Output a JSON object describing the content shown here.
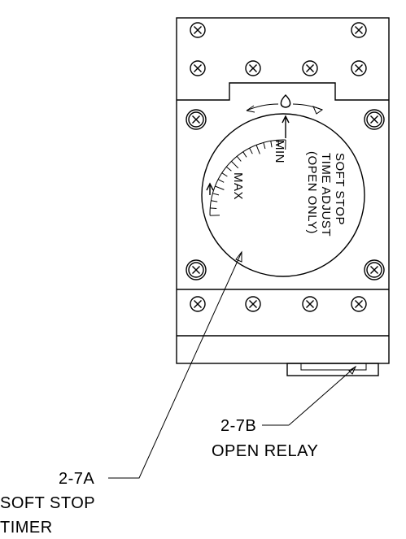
{
  "dial": {
    "line1": "SOFT STOP",
    "line2": "TIME ADJUST",
    "line3": "(OPEN ONLY)",
    "min_label": "MIN",
    "max_label": "MAX"
  },
  "callouts": {
    "relay_ref": "2-7B",
    "relay_name": "OPEN RELAY",
    "timer_ref": "2-7A",
    "timer_name_1": "SOFT STOP",
    "timer_name_2": "TIMER"
  },
  "icons": {
    "screw": "screw-x-icon",
    "indicator": "teardrop-indicator-icon",
    "arrows": "rotation-arrow-icon"
  }
}
